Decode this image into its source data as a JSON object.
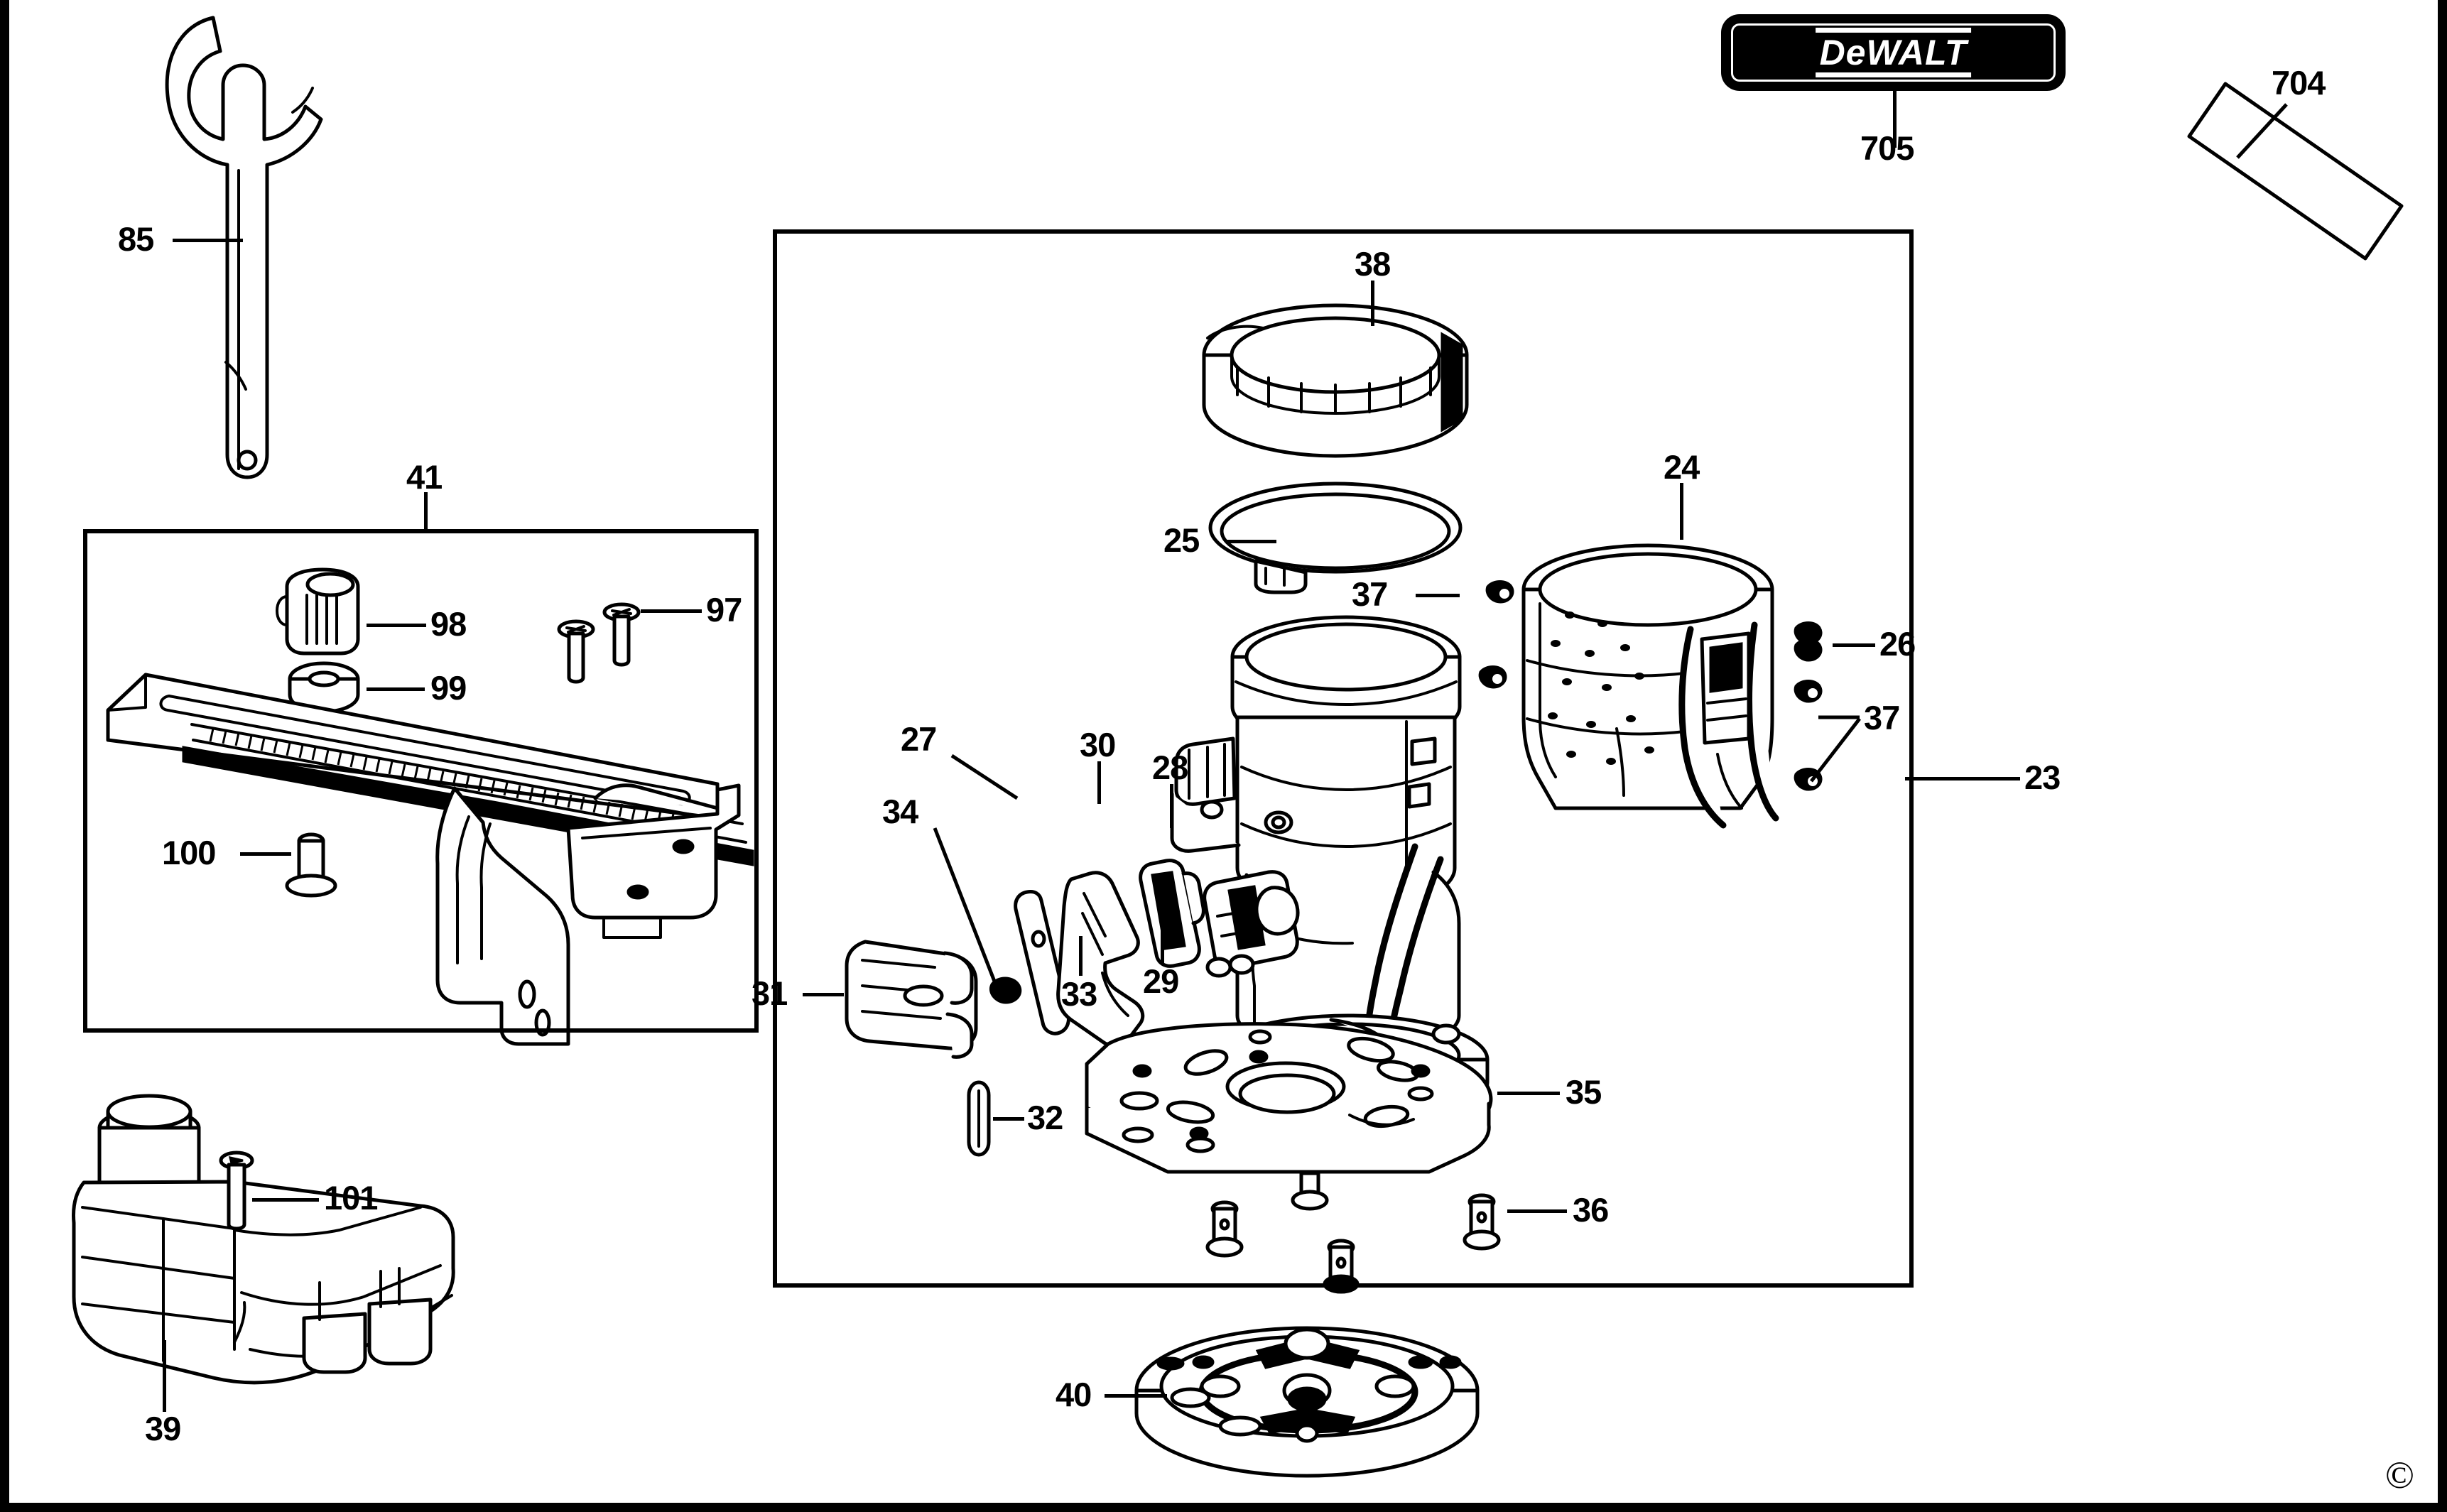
{
  "document": {
    "type": "exploded-parts-diagram",
    "subject": "DEWALT router fixed base assembly",
    "copyright_mark": "©"
  },
  "brand": {
    "nameplate_text": "DeWALT",
    "nameplate_item": "705"
  },
  "groups": [
    {
      "id": "edge-guide-group",
      "label": "41"
    },
    {
      "id": "fixed-base-group",
      "label": "23"
    }
  ],
  "callouts": [
    {
      "id": "c85",
      "label": "85",
      "part": "wrench"
    },
    {
      "id": "c705",
      "label": "705",
      "part": "nameplate-badge"
    },
    {
      "id": "c704",
      "label": "704",
      "part": "blank-label"
    },
    {
      "id": "c41",
      "label": "41",
      "part": "edge-guide-assembly"
    },
    {
      "id": "c98",
      "label": "98",
      "part": "knob"
    },
    {
      "id": "c99",
      "label": "99",
      "part": "washer"
    },
    {
      "id": "c97",
      "label": "97",
      "part": "screw-pair"
    },
    {
      "id": "c100",
      "label": "100",
      "part": "pin"
    },
    {
      "id": "c39",
      "label": "39",
      "part": "dust-shroud"
    },
    {
      "id": "c101",
      "label": "101",
      "part": "screw"
    },
    {
      "id": "c38",
      "label": "38",
      "part": "clamp-ring-band"
    },
    {
      "id": "c25",
      "label": "25",
      "part": "gasket-ring"
    },
    {
      "id": "c37a",
      "label": "37",
      "part": "screw"
    },
    {
      "id": "c24",
      "label": "24",
      "part": "base-shell"
    },
    {
      "id": "c26",
      "label": "26",
      "part": "fastener"
    },
    {
      "id": "c37b",
      "label": "37",
      "part": "screw-pair"
    },
    {
      "id": "c23",
      "label": "23",
      "part": "fixed-base-assembly"
    },
    {
      "id": "c30",
      "label": "30",
      "part": "latch-plate"
    },
    {
      "id": "c28",
      "label": "28",
      "part": "bracket"
    },
    {
      "id": "c27",
      "label": "27",
      "part": "link-bar"
    },
    {
      "id": "c34",
      "label": "34",
      "part": "rivet"
    },
    {
      "id": "c33",
      "label": "33",
      "part": "cam-lever"
    },
    {
      "id": "c31",
      "label": "31",
      "part": "lever-handle"
    },
    {
      "id": "c29",
      "label": "29",
      "part": "pin"
    },
    {
      "id": "c32",
      "label": "32",
      "part": "roll-pin"
    },
    {
      "id": "c35",
      "label": "35",
      "part": "sub-base-plate"
    },
    {
      "id": "c36",
      "label": "36",
      "part": "screw-set"
    },
    {
      "id": "c40",
      "label": "40",
      "part": "round-sub-base"
    }
  ]
}
